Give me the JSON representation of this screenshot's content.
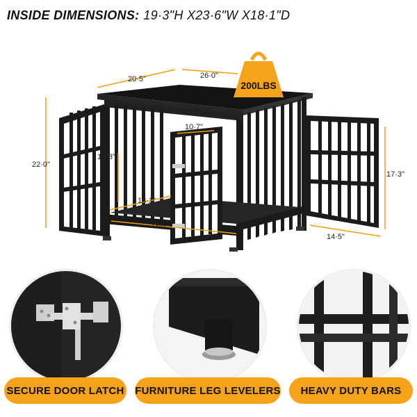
{
  "header": {
    "title": "INSIDE DIMENSIONS:",
    "dimensions": "19·3\"H  X23·6\"W  X18·1\"D"
  },
  "product": {
    "weight_capacity": "200LBS",
    "measurements": {
      "top_depth": "20·5\"",
      "top_width": "26·0\"",
      "overall_height": "22·0\"",
      "inner_height": "19·3\"",
      "door_width": "10·7\"",
      "inner_depth": "18·1\"",
      "inner_width": "23·6\"",
      "side_door_height": "17·3\"",
      "side_door_width": "14·5\""
    }
  },
  "features": [
    {
      "label": "SECURE DOOR LATCH"
    },
    {
      "label": "FURNITURE LEG LEVELERS"
    },
    {
      "label": "HEAVY DUTY BARS"
    }
  ],
  "colors": {
    "accent": "#f7a21b",
    "frame": "#1a1a1a",
    "dimension_line": "#f39c12"
  }
}
